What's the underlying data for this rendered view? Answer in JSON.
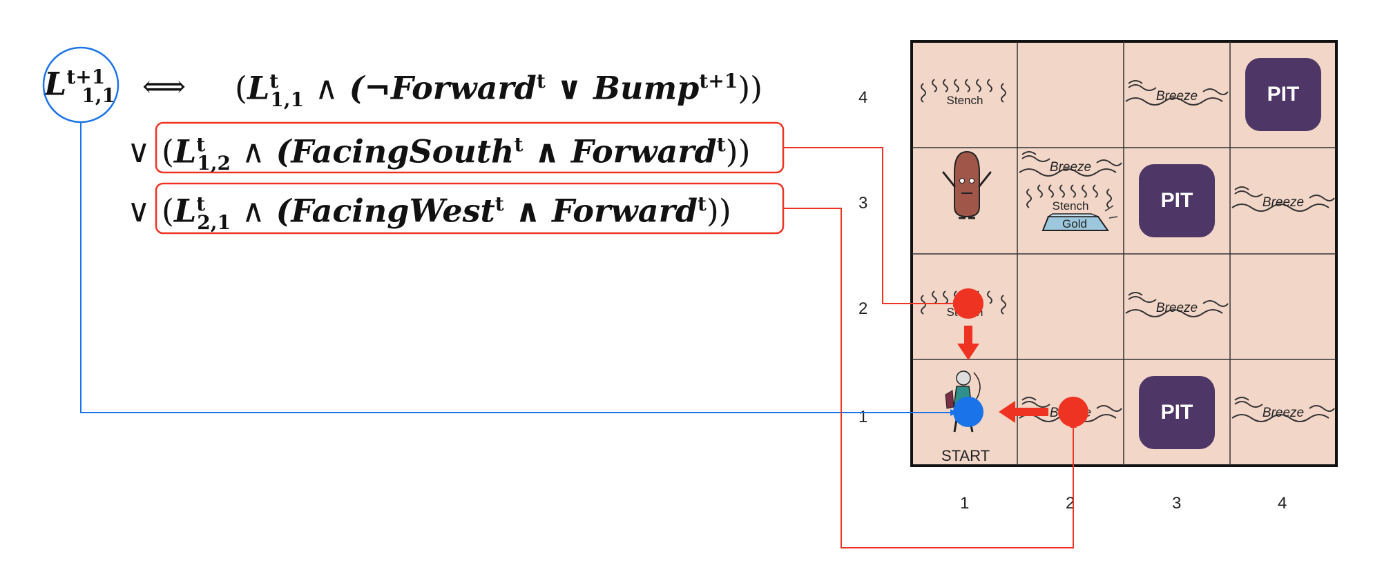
{
  "formula": {
    "head": {
      "sym": "L",
      "sup": "t+1",
      "sub": "1,1"
    },
    "iff": "⟺",
    "lines": [
      {
        "prefix": "",
        "lsup": "t",
        "lsub": "1,1",
        "body": "(¬Forward",
        "bodysup": "t",
        "mid": " ∨ Bump",
        "midsup": "t+1",
        "tail": "))"
      },
      {
        "prefix": "∨",
        "lsup": "t",
        "lsub": "1,2",
        "body": "(FacingSouth",
        "bodysup": "t",
        "mid": " ∧ Forward",
        "midsup": "t",
        "tail": "))"
      },
      {
        "prefix": "∨",
        "lsup": "t",
        "lsub": "2,1",
        "body": "(FacingWest",
        "bodysup": "t",
        "mid": " ∧ Forward",
        "midsup": "t",
        "tail": "))"
      }
    ]
  },
  "grid": {
    "row_labels": [
      "4",
      "3",
      "2",
      "1"
    ],
    "col_labels": [
      "1",
      "2",
      "3",
      "4"
    ],
    "cell_color": "#f2d6c8",
    "pit_color": "#4e3666",
    "pit_text": "PIT",
    "breeze_text": "Breeze",
    "stench_text": "Stench",
    "gold_text": "Gold",
    "start_text": "START"
  },
  "colors": {
    "blue": "#1a73e8",
    "red": "#ee3322"
  }
}
